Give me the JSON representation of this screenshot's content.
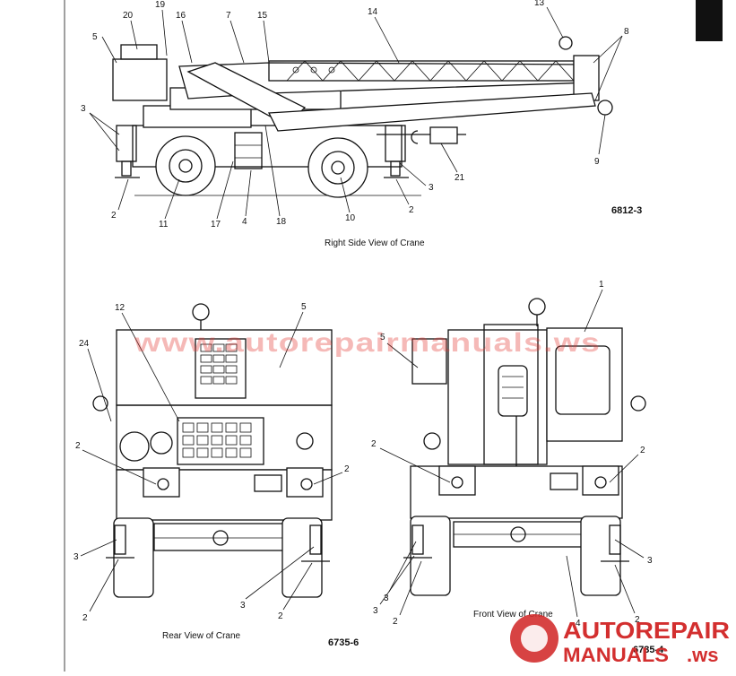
{
  "side_view": {
    "caption": "Right Side View of Crane",
    "figure_number": "6812-3",
    "callouts": [
      "20",
      "19",
      "16",
      "7",
      "15",
      "14",
      "13",
      "5",
      "8",
      "3",
      "9",
      "21",
      "3",
      "2",
      "2",
      "11",
      "17",
      "4",
      "18",
      "10"
    ]
  },
  "rear_view": {
    "caption": "Rear View of Crane",
    "figure_number": "6735-6",
    "callouts": [
      "12",
      "5",
      "24",
      "2",
      "2",
      "3",
      "3",
      "2",
      "2"
    ]
  },
  "front_view": {
    "caption": "Front View of Crane",
    "figure_number": "6735-4",
    "callouts": [
      "1",
      "5",
      "2",
      "2",
      "3",
      "3",
      "3",
      "2",
      "4",
      "2"
    ]
  },
  "page_tab": {
    "label": ""
  },
  "watermark": {
    "text": "www.autorepairmanuals.ws"
  },
  "logo": {
    "line1": "AUTOREPAIR",
    "line2": "MANUALS",
    "suffix": ".ws",
    "color": "#d32f2f"
  }
}
